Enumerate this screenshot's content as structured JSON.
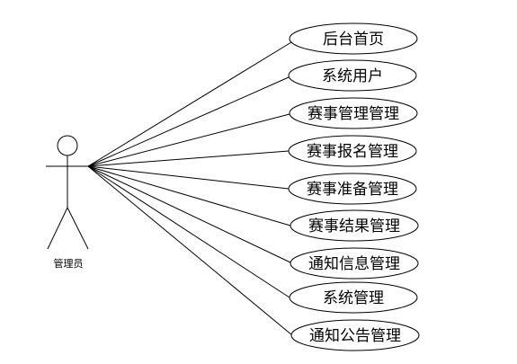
{
  "actor": {
    "label": "管理员"
  },
  "use_cases": [
    {
      "label": "后台首页"
    },
    {
      "label": "系统用户"
    },
    {
      "label": "赛事管理管理"
    },
    {
      "label": "赛事报名管理"
    },
    {
      "label": "赛事准备管理"
    },
    {
      "label": "赛事结果管理"
    },
    {
      "label": "通知信息管理"
    },
    {
      "label": "系统管理"
    },
    {
      "label": "通知公告管理"
    }
  ]
}
